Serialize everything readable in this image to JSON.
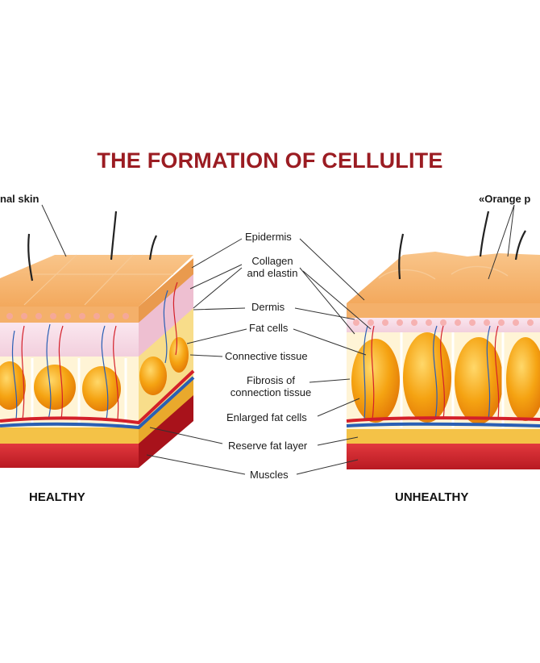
{
  "title": "THE FORMATION OF CELLULITE",
  "labels": {
    "normal_skin": "nal skin",
    "orange_peel": "«Orange p",
    "epidermis": "Epidermis",
    "collagen_line1": "Collagen",
    "collagen_line2": "and elastin",
    "dermis": "Dermis",
    "fat_cells": "Fat cells",
    "connective_tissue": "Connective tissue",
    "fibrosis_line1": "Fibrosis of",
    "fibrosis_line2": "connection tissue",
    "enlarged_fat_cells": "Enlarged fat cells",
    "reserve_fat_layer": "Reserve fat layer",
    "muscles": "Muscles"
  },
  "captions": {
    "healthy": "HEALTHY",
    "unhealthy": "UNHEALTHY"
  },
  "colors": {
    "title": "#9b1c22",
    "epidermis": "#f6b36b",
    "dermis": "#f7dce8",
    "fat": "#f5a312",
    "reserve_fat": "#f4c247",
    "muscle": "#d7262d",
    "vessel_red": "#d4202a",
    "vessel_blue": "#2a5fb4"
  }
}
